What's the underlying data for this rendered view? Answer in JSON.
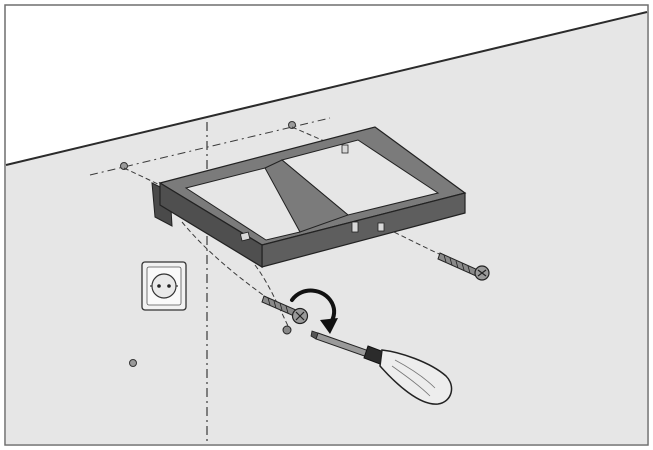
{
  "colors": {
    "background": "#ffffff",
    "border": "#6f6f6f",
    "ceiling": "#ffffff",
    "wall": "#e6e6e6",
    "line": "#2b2b2b",
    "bracket_top": "#7b7b7b",
    "bracket_front": "#5e5e5e",
    "bracket_side": "#4a4a4a",
    "screw": "#8a8a8a",
    "arrow": "#111111",
    "handle": "#ededed"
  },
  "icons": {
    "bracket": "wall-mount-bracket",
    "screws": "wall-screw",
    "tool": "screwdriver",
    "rotation": "clockwise-arrow",
    "outlet": "electrical-socket"
  }
}
